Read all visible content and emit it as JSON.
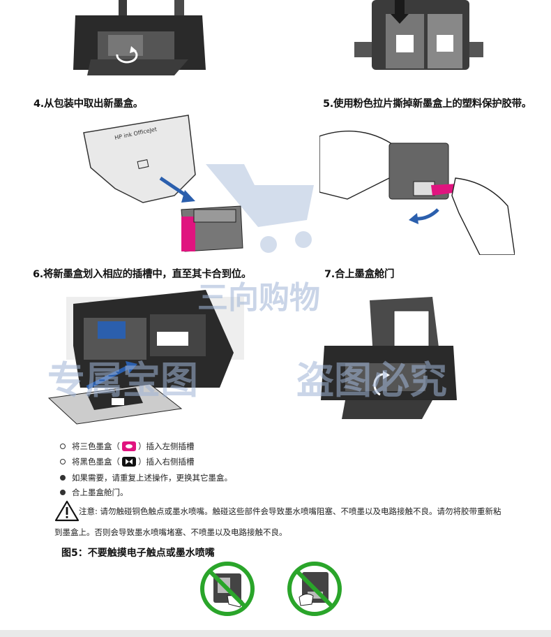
{
  "steps": {
    "step4": "4.从包装中取出新墨盒。",
    "step5": "5.使用粉色拉片撕掉新墨盒上的塑料保护胶带。",
    "step6": "6.将新墨盒划入相应的插槽中，直至其卡合到位。",
    "step7": "7.合上墨盒舱门"
  },
  "package_label": "HP ink OfficeJet",
  "bullets": [
    {
      "style": "open",
      "pre": "将三色墨盒（",
      "post": "）插入左侧插槽",
      "chip_icon": "tricolor-cartridge-icon",
      "chip_color": "#e0147f"
    },
    {
      "style": "open",
      "pre": "将黑色墨盒（",
      "post": "）插入右侧插槽",
      "chip_icon": "black-cartridge-icon",
      "chip_color": "#111111"
    },
    {
      "style": "filled",
      "text": "如果需要，请重复上述操作，更换其它墨盒。"
    },
    {
      "style": "filled",
      "text": "合上墨盒舱门。"
    }
  ],
  "note": {
    "line1": "注意: 请勿触碰铜色触点或墨水喷嘴。触碰这些部件会导致墨水喷嘴阻塞、不喷墨以及电路接触不良。请勿将胶带重新粘",
    "line2": "到墨盒上。否则会导致墨水喷嘴堵塞、不喷墨以及电路接触不良。",
    "icon": "warning-icon"
  },
  "figure_title": "图5：不要触摸电子触点或墨水喷嘴",
  "watermark": {
    "center": "三向购物",
    "left": "专属宝图",
    "right": "盗图必究"
  },
  "colors": {
    "magenta": "#e0147f",
    "prohibit_green": "#2aa52a",
    "watermark": "#9fb4d6"
  }
}
